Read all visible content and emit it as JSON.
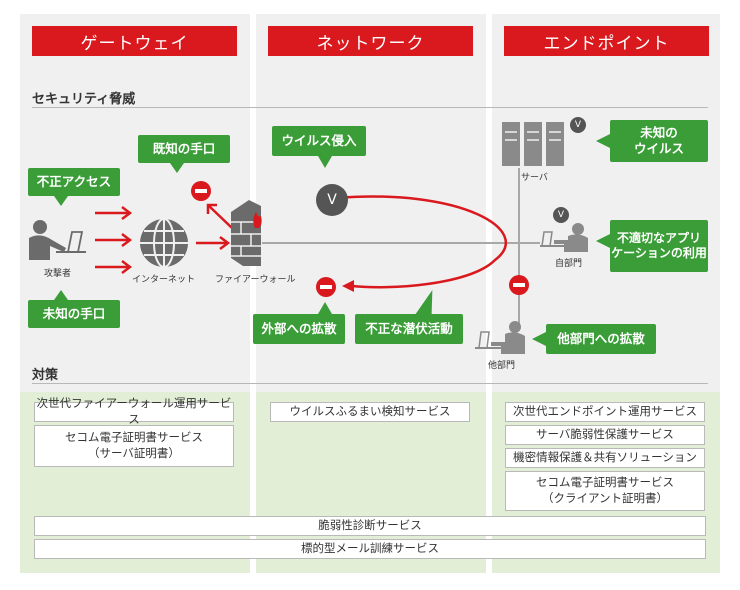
{
  "headers": {
    "gateway": "ゲートウェイ",
    "network": "ネットワーク",
    "endpoint": "エンドポイント"
  },
  "sections": {
    "threats": "セキュリティ脅威",
    "countermeasures": "対策"
  },
  "threat_callouts": {
    "known_method": "既知の手口",
    "unauthorized_access": "不正アクセス",
    "unknown_method": "未知の手口",
    "virus_intrusion": "ウイルス侵入",
    "spread_outside": "外部への拡散",
    "hidden_activity": "不正な潜伏活動",
    "unknown_virus": "未知の\nウイルス",
    "improper_app": "不適切なアプリ\nケーションの利用",
    "spread_other_dept": "他部門への拡散"
  },
  "node_labels": {
    "attacker": "攻撃者",
    "internet": "インターネット",
    "firewall": "ファイアーウォール",
    "server": "サーバ",
    "own_dept": "自部門",
    "other_dept": "他部門"
  },
  "services": {
    "gateway": [
      "次世代ファイアーウォール運用サービス",
      "セコム電子証明書サービス\n（サーバ証明書）"
    ],
    "network": [
      "ウイルスふるまい検知サービス"
    ],
    "endpoint": [
      "次世代エンドポイント運用サービス",
      "サーバ脆弱性保護サービス",
      "機密情報保護＆共有ソリューション",
      "セコム電子証明書サービス\n（クライアント証明書）"
    ],
    "common": [
      "脆弱性診断サービス",
      "標的型メール訓練サービス"
    ]
  },
  "icons": {
    "virus_mark": "V",
    "colors": {
      "header_red": "#d9191d",
      "callout_green": "#3a9d37",
      "column_gray": "#f0f0f0",
      "countermeasure_green": "#e3eed6",
      "icon_gray": "#6b6b6b"
    }
  }
}
